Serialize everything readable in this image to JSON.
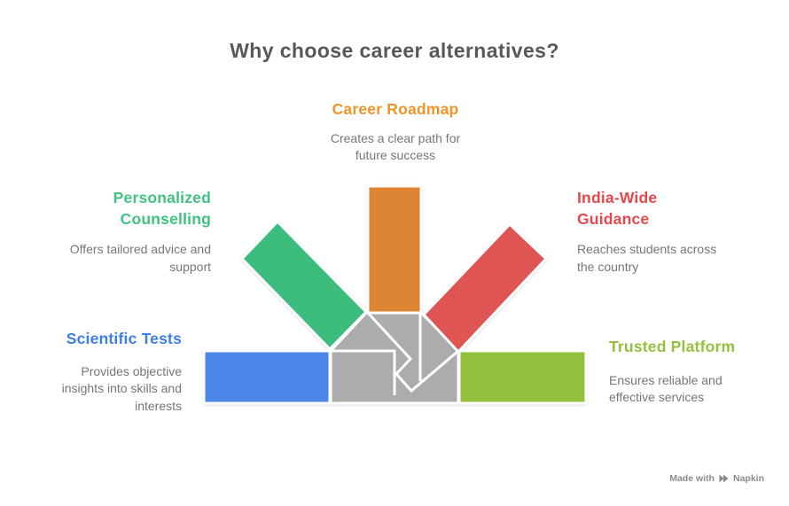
{
  "title": "Why choose career alternatives?",
  "items": {
    "career_roadmap": {
      "label": "Career Roadmap",
      "description": "Creates a clear path for\nfuture success",
      "color": "#ED9528"
    },
    "personalized_counselling": {
      "label": "Personalized\nCounselling",
      "description": "Offers tailored advice and\nsupport",
      "color": "#3EC383"
    },
    "india_wide_guidance": {
      "label": "India-Wide\nGuidance",
      "description": "Reaches students across\nthe country",
      "color": "#E4474D"
    },
    "scientific_tests": {
      "label": "Scientific Tests",
      "description": "Provides objective\ninsights into skills and\ninterests",
      "color": "#3E7EE8"
    },
    "trusted_platform": {
      "label": "Trusted Platform",
      "description": "Ensures reliable and\neffective services",
      "color": "#94C13D"
    }
  },
  "graphic": {
    "shape_colors": {
      "blue_bar": "#4C86E8",
      "green_ribbon": "#3DBD7D",
      "orange_bar": "#DD8532",
      "red_ribbon": "#DF5452",
      "olive_bar": "#94C13D",
      "gray_connector": "#ACACAC",
      "outline": "#FFFFFF"
    }
  },
  "footer": {
    "made_with": "Made with",
    "brand": "Napkin"
  }
}
